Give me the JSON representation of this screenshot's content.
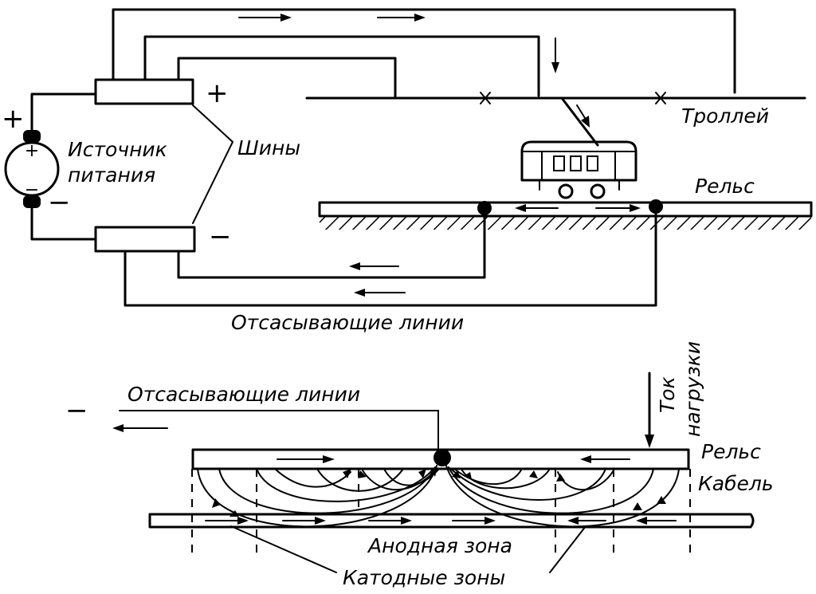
{
  "labels": {
    "source_line1": "Источник",
    "source_line2": "питания",
    "busbars": "Шины",
    "trolley": "Троллей",
    "rail_top": "Рельс",
    "drainage_top": "Отсасывающие линии",
    "drainage_bottom": "Отсасывающие линии",
    "load_current_line1": "Ток",
    "load_current_line2": "нагрузки",
    "rail_bottom": "Рельс",
    "cable": "Кабель",
    "anode_zone": "Анодная зона",
    "cathode_zones": "Катодные зоны"
  },
  "signs": {
    "gen_plus": "+",
    "gen_minus": "−",
    "bus_plus": "+",
    "bus_minus": "−",
    "drain_minus": "−",
    "gen_cap_top": "+",
    "gen_cap_bottom": "−"
  }
}
